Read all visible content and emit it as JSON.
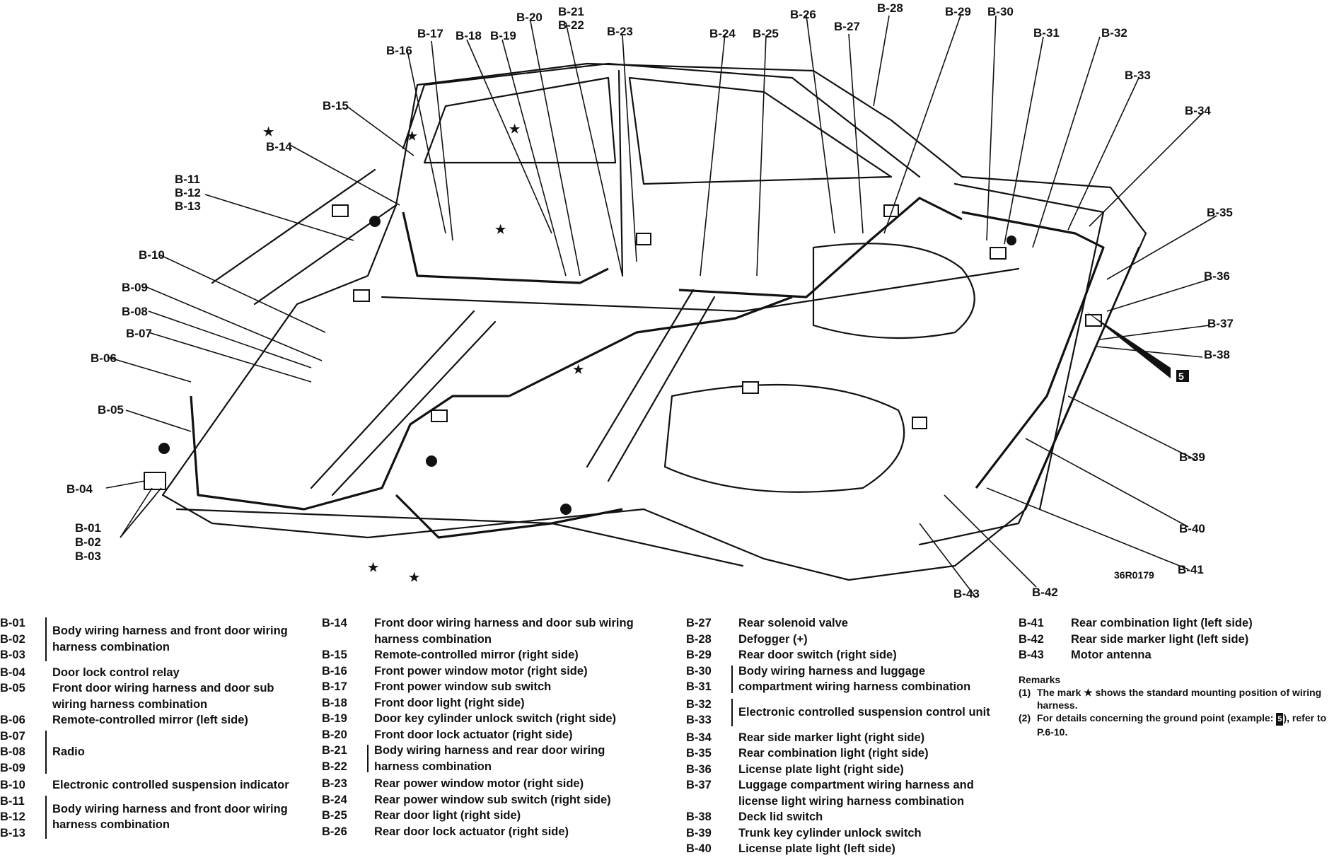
{
  "diagram": {
    "callouts": [
      "B-01",
      "B-02",
      "B-03",
      "B-04",
      "B-05",
      "B-06",
      "B-07",
      "B-08",
      "B-09",
      "B-10",
      "B-11",
      "B-12",
      "B-13",
      "B-14",
      "B-15",
      "B-16",
      "B-17",
      "B-18",
      "B-19",
      "B-20",
      "B-21",
      "B-22",
      "B-23",
      "B-24",
      "B-25",
      "B-26",
      "B-27",
      "B-28",
      "B-29",
      "B-30",
      "B-31",
      "B-32",
      "B-33",
      "B-34",
      "B-35",
      "B-36",
      "B-37",
      "B-38",
      "B-39",
      "B-40",
      "B-41",
      "B-42",
      "B-43"
    ],
    "figure_code": "36R0179",
    "ground_mark": "5"
  },
  "legend": {
    "col1": [
      {
        "codes": [
          "B-01",
          "B-02",
          "B-03"
        ],
        "desc": "Body wiring harness and front door wiring harness combination"
      },
      {
        "codes": [
          "B-04"
        ],
        "desc": "Door lock control relay"
      },
      {
        "codes": [
          "B-05"
        ],
        "desc": "Front door wiring harness and door sub wiring harness combination"
      },
      {
        "codes": [
          "B-06"
        ],
        "desc": "Remote-controlled mirror (left side)"
      },
      {
        "codes": [
          "B-07",
          "B-08",
          "B-09"
        ],
        "desc": "Radio"
      },
      {
        "codes": [
          "B-10"
        ],
        "desc": "Electronic controlled suspension indicator"
      },
      {
        "codes": [
          "B-11",
          "B-12",
          "B-13"
        ],
        "desc": "Body wiring harness and front door wiring harness combination"
      }
    ],
    "col2": [
      {
        "codes": [
          "B-14"
        ],
        "desc": "Front door wiring harness and door sub wiring harness combination"
      },
      {
        "codes": [
          "B-15"
        ],
        "desc": "Remote-controlled mirror (right side)"
      },
      {
        "codes": [
          "B-16"
        ],
        "desc": "Front power window motor (right side)"
      },
      {
        "codes": [
          "B-17"
        ],
        "desc": "Front power window sub switch"
      },
      {
        "codes": [
          "B-18"
        ],
        "desc": "Front door light (right side)"
      },
      {
        "codes": [
          "B-19"
        ],
        "desc": "Door key cylinder unlock switch (right side)"
      },
      {
        "codes": [
          "B-20"
        ],
        "desc": "Front door lock actuator (right side)"
      },
      {
        "codes": [
          "B-21",
          "B-22"
        ],
        "desc": "Body wiring harness and rear door wiring harness combination"
      },
      {
        "codes": [
          "B-23"
        ],
        "desc": "Rear power window motor (right side)"
      },
      {
        "codes": [
          "B-24"
        ],
        "desc": "Rear power window sub switch (right side)"
      },
      {
        "codes": [
          "B-25"
        ],
        "desc": "Rear door light (right side)"
      },
      {
        "codes": [
          "B-26"
        ],
        "desc": "Rear door lock actuator (right side)"
      }
    ],
    "col3": [
      {
        "codes": [
          "B-27"
        ],
        "desc": "Rear solenoid valve"
      },
      {
        "codes": [
          "B-28"
        ],
        "desc": "Defogger (+)"
      },
      {
        "codes": [
          "B-29"
        ],
        "desc": "Rear door switch (right side)"
      },
      {
        "codes": [
          "B-30",
          "B-31"
        ],
        "desc": "Body wiring harness and luggage compartment wiring harness combination"
      },
      {
        "codes": [
          "B-32",
          "B-33"
        ],
        "desc": "Electronic controlled suspension control unit"
      },
      {
        "codes": [
          "B-34"
        ],
        "desc": "Rear side marker light (right side)"
      },
      {
        "codes": [
          "B-35"
        ],
        "desc": "Rear combination light (right side)"
      },
      {
        "codes": [
          "B-36"
        ],
        "desc": "License plate light (right side)"
      },
      {
        "codes": [
          "B-37"
        ],
        "desc": "Luggage compartment wiring harness and license light wiring harness combination"
      },
      {
        "codes": [
          "B-38"
        ],
        "desc": "Deck lid switch"
      },
      {
        "codes": [
          "B-39"
        ],
        "desc": "Trunk key cylinder unlock switch"
      },
      {
        "codes": [
          "B-40"
        ],
        "desc": "License plate light (left side)"
      }
    ],
    "col4": [
      {
        "codes": [
          "B-41"
        ],
        "desc": "Rear combination light (left side)"
      },
      {
        "codes": [
          "B-42"
        ],
        "desc": "Rear side marker light (left side)"
      },
      {
        "codes": [
          "B-43"
        ],
        "desc": "Motor antenna"
      }
    ]
  },
  "remarks": {
    "title": "Remarks",
    "item1_num": "(1)",
    "item1": "The mark ★ shows the standard mounting position of wiring harness.",
    "item2_num": "(2)",
    "item2_a": "For details concerning the ground point (example:",
    "item2_b": "), refer to P.6-10."
  }
}
